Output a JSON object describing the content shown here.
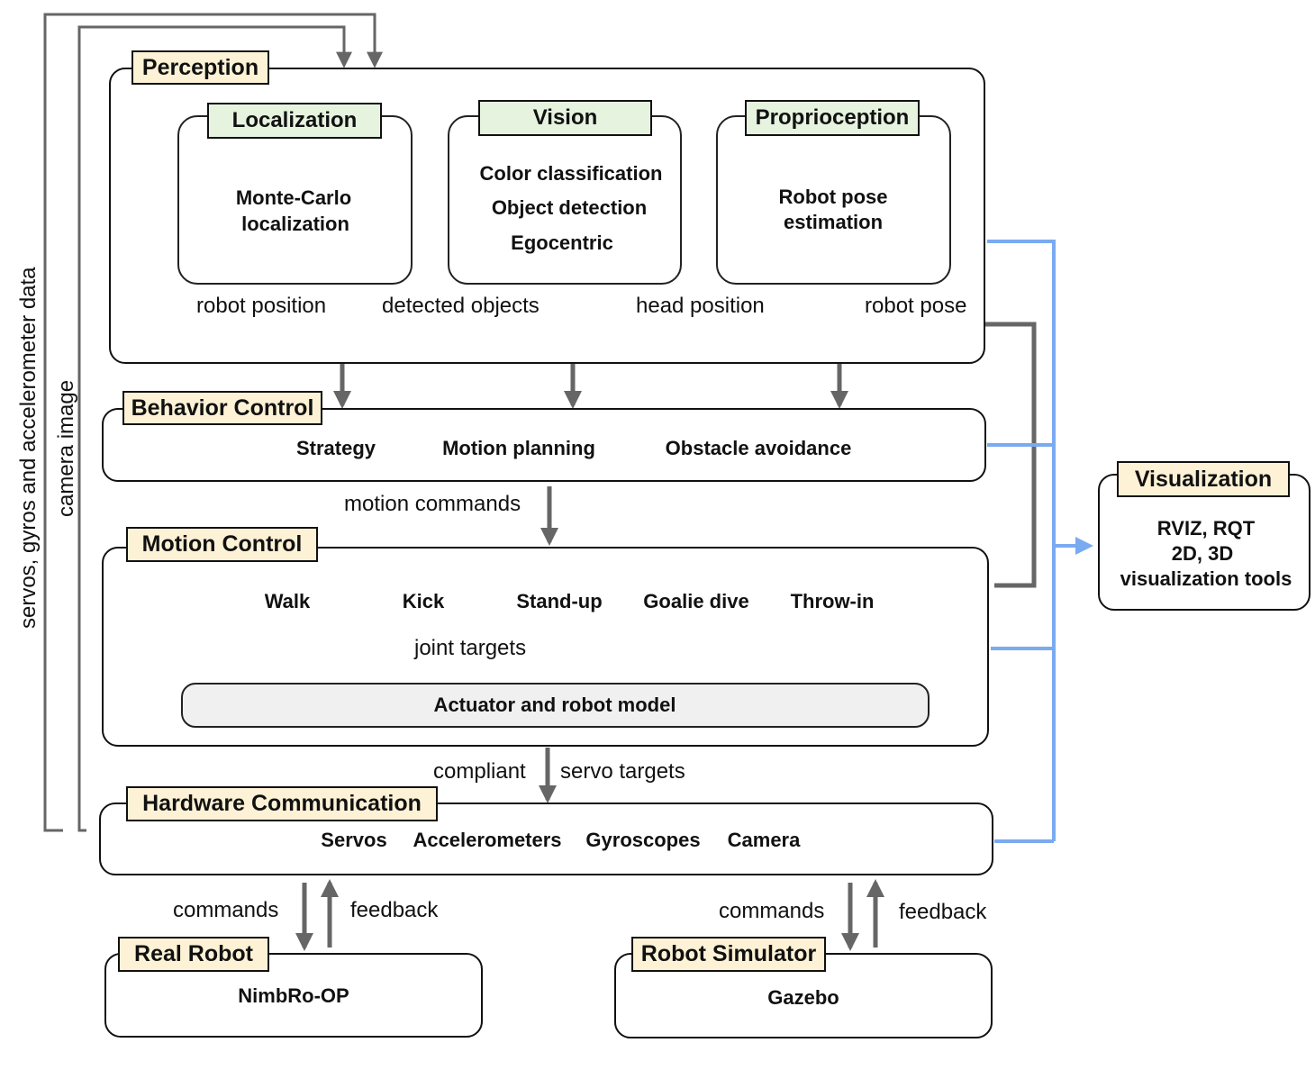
{
  "perception": {
    "title": "Perception",
    "localization": {
      "title": "Localization",
      "line1": "Monte-Carlo",
      "line2": "localization"
    },
    "vision": {
      "title": "Vision",
      "line1": "Color classification",
      "line2": "Object detection",
      "line3": "Egocentric"
    },
    "proprioception": {
      "title": "Proprioception",
      "line1": "Robot pose",
      "line2": "estimation"
    }
  },
  "behavior_control": {
    "title": "Behavior Control",
    "items": [
      "Strategy",
      "Motion planning",
      "Obstacle avoidance"
    ]
  },
  "motion_control": {
    "title": "Motion Control",
    "items": [
      "Walk",
      "Kick",
      "Stand-up",
      "Goalie dive",
      "Throw-in"
    ],
    "model": "Actuator and robot model"
  },
  "hardware_communication": {
    "title": "Hardware Communication",
    "items": [
      "Servos",
      "Accelerometers",
      "Gyroscopes",
      "Camera"
    ]
  },
  "real_robot": {
    "title": "Real Robot",
    "content": "NimbRo-OP"
  },
  "robot_simulator": {
    "title": "Robot Simulator",
    "content": "Gazebo"
  },
  "visualization": {
    "title": "Visualization",
    "line1": "RVIZ, RQT",
    "line2": "2D, 3D",
    "line3": "visualization tools"
  },
  "edge_labels": {
    "robot_position": "robot position",
    "detected_objects": "detected objects",
    "head_position": "head position",
    "robot_pose": "robot pose",
    "motion_commands": "motion commands",
    "joint_targets": "joint targets",
    "compliant": "compliant",
    "servo_targets": "servo targets",
    "commands_real": "commands",
    "feedback_real": "feedback",
    "commands_sim": "commands",
    "feedback_sim": "feedback",
    "sensor_data": "servos, gyros and accelerometer data",
    "camera_image": "camera image"
  },
  "colors": {
    "arrow_gray": "#6b6b6b",
    "visualization_blue": "#7aaaf0",
    "module_tag": "#fdf2d6",
    "submodule_tag": "#e6f3df",
    "model_fill": "#f0f0f0"
  }
}
